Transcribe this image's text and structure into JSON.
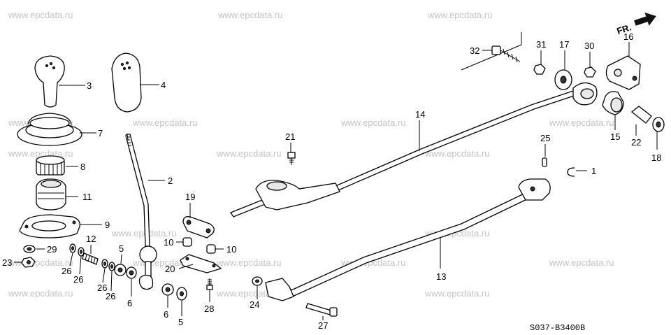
{
  "watermarks": [
    "www.epcdata.ru",
    "www.epcdata.ru",
    "www.epcdata.ru",
    "www.epcdata.ru",
    "www.epcdata.ru",
    "www.epcdata.ru",
    "www.epcdata.ru",
    "www.epcdata.ru",
    "www.epcdata.ru",
    "www.epcdata.ru",
    "www.epcdata.ru",
    "www.epcdata.ru",
    "www.epcdata.ru",
    "www.epcdata.ru",
    "www.epcdata.ru",
    "www.epcdata.ru",
    "www.epcdata.ru",
    "www.epcdata.ru",
    "www.epcdata.ru",
    "www.epcdata.ru"
  ],
  "direction_label": "FR.",
  "drawing_code": "S037-B3400B",
  "callouts": {
    "c1": "1",
    "c2": "2",
    "c3": "3",
    "c4": "4",
    "c5a": "5",
    "c5b": "5",
    "c6a": "6",
    "c6b": "6",
    "c7": "7",
    "c8": "8",
    "c9": "9",
    "c10a": "10",
    "c10b": "10",
    "c11": "11",
    "c12": "12",
    "c13": "13",
    "c14": "14",
    "c15": "15",
    "c16": "16",
    "c17": "17",
    "c18": "18",
    "c19": "19",
    "c20": "20",
    "c21": "21",
    "c22": "22",
    "c23": "23",
    "c24": "24",
    "c25": "25",
    "c26a": "26",
    "c26b": "26",
    "c26c": "26",
    "c26d": "26",
    "c27": "27",
    "c28": "28",
    "c29": "29",
    "c30": "30",
    "c31": "31",
    "c32": "32"
  }
}
